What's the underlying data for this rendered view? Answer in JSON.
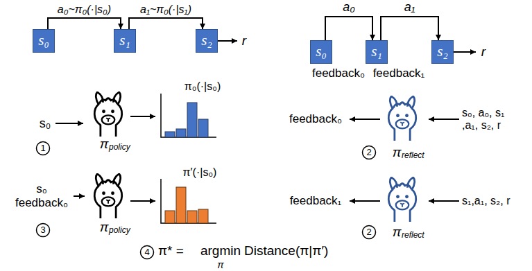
{
  "diagram": {
    "nodes": [
      {
        "text": [
          "s₀"
        ]
      },
      {
        "text": [
          "s₁"
        ]
      },
      {
        "text": [
          "s₂"
        ]
      },
      {
        "text": [
          "s₀"
        ]
      },
      {
        "text": [
          "s₁"
        ]
      },
      {
        "text": [
          "s₂"
        ]
      }
    ],
    "edges": [
      {
        "from": 0,
        "to": 1,
        "arrow": "to",
        "label": "a₀~π₀(·|s₀)"
      },
      {
        "from": 1,
        "to": 2,
        "arrow": "to",
        "label": "a₁~π₀(·|s₁)"
      },
      {
        "from": 3,
        "to": 4,
        "arrow": "to",
        "label": "a₀"
      },
      {
        "from": 4,
        "to": 5,
        "arrow": "to",
        "label": "a₁"
      }
    ],
    "labels": [
      "r",
      "r",
      "feedback₀",
      "feedback₁",
      "s₀",
      "π",
      "policy",
      "π₀(·|s₀)",
      "1",
      "s₀ feedback₀",
      "π",
      "policy",
      "π′(·|s₀)",
      "3",
      "feedback₀",
      "π",
      "reflect",
      "s₀, a₀, s₁ ,a₁, s₂, r",
      "2",
      "feedback₁",
      "π",
      "reflect",
      "s₁,a₁, s₂, r",
      "2",
      "4",
      "π* =",
      "argmin",
      "π",
      "Distance(π|π′)"
    ]
  }
}
